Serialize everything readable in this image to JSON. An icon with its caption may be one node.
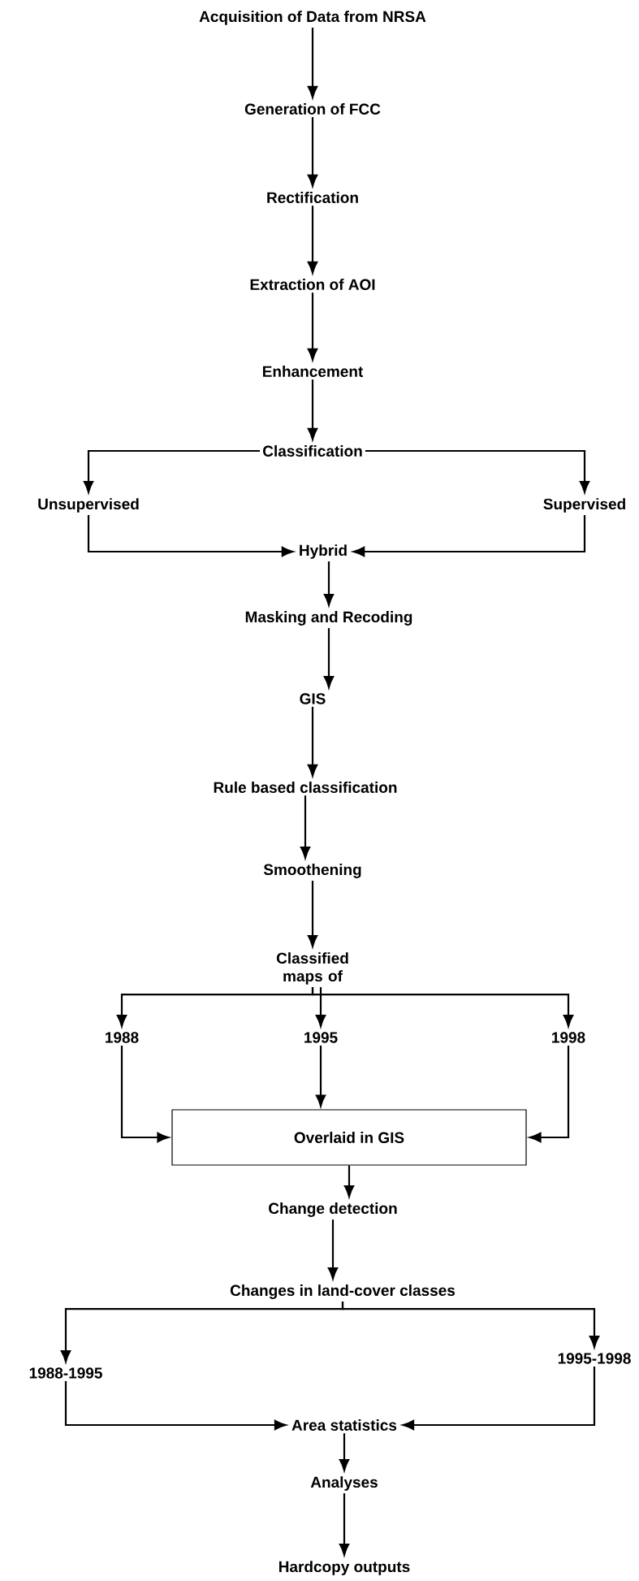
{
  "diagram": {
    "nodes": [
      {
        "text": [
          "Acquisition of Data from NRSA"
        ]
      },
      {
        "text": [
          "Generation of FCC"
        ]
      },
      {
        "text": [
          "Rectification"
        ]
      },
      {
        "text": [
          "Extraction of AOI"
        ]
      },
      {
        "text": [
          "Enhancement"
        ]
      },
      {
        "text": [
          "Classification"
        ]
      },
      {
        "text": [
          "Unsupervised"
        ]
      },
      {
        "text": [
          "Supervised"
        ]
      },
      {
        "text": [
          "Hybrid"
        ]
      },
      {
        "text": [
          "Masking and Recoding"
        ]
      },
      {
        "text": [
          "GIS"
        ]
      },
      {
        "text": [
          "Rule based classification"
        ]
      },
      {
        "text": [
          "Smoothening"
        ]
      },
      {
        "text": [
          "Classified maps of"
        ]
      },
      {
        "text": [
          "1988"
        ]
      },
      {
        "text": [
          "1995"
        ]
      },
      {
        "text": [
          "1998"
        ]
      },
      {
        "text": [
          "Overlaid in GIS"
        ]
      },
      {
        "text": [
          "Change detection"
        ]
      },
      {
        "text": [
          "Changes in land-cover classes"
        ]
      },
      {
        "text": [
          "1988-1995"
        ]
      },
      {
        "text": [
          "1995-1998"
        ]
      },
      {
        "text": [
          "Area statistics"
        ]
      },
      {
        "text": [
          "Analyses"
        ]
      },
      {
        "text": [
          "Hardcopy outputs"
        ]
      }
    ],
    "edges": [
      {
        "from": 0,
        "to": 1,
        "arrow": "to"
      },
      {
        "from": 1,
        "to": 2,
        "arrow": "to"
      },
      {
        "from": 2,
        "to": 3,
        "arrow": "to"
      },
      {
        "from": 3,
        "to": 4,
        "arrow": "to"
      },
      {
        "from": 4,
        "to": 5,
        "arrow": "to"
      },
      {
        "from": 5,
        "to": 6,
        "arrow": "to"
      },
      {
        "from": 5,
        "to": 7,
        "arrow": "to"
      },
      {
        "from": 6,
        "to": 8,
        "arrow": "to"
      },
      {
        "from": 7,
        "to": 8,
        "arrow": "to"
      },
      {
        "from": 8,
        "to": 9,
        "arrow": "to"
      },
      {
        "from": 9,
        "to": 10,
        "arrow": "to"
      },
      {
        "from": 10,
        "to": 11,
        "arrow": "to"
      },
      {
        "from": 11,
        "to": 12,
        "arrow": "to"
      },
      {
        "from": 12,
        "to": 13,
        "arrow": "to"
      },
      {
        "from": 13,
        "to": 14,
        "arrow": "to"
      },
      {
        "from": 13,
        "to": 15,
        "arrow": "to"
      },
      {
        "from": 13,
        "to": 16,
        "arrow": "to"
      },
      {
        "from": 14,
        "to": 17,
        "arrow": "to"
      },
      {
        "from": 15,
        "to": 17,
        "arrow": "to"
      },
      {
        "from": 16,
        "to": 17,
        "arrow": "to"
      },
      {
        "from": 17,
        "to": 18,
        "arrow": "to"
      },
      {
        "from": 18,
        "to": 19,
        "arrow": "to"
      },
      {
        "from": 19,
        "to": 20,
        "arrow": "to"
      },
      {
        "from": 19,
        "to": 21,
        "arrow": "to"
      },
      {
        "from": 20,
        "to": 22,
        "arrow": "to"
      },
      {
        "from": 21,
        "to": 22,
        "arrow": "to"
      },
      {
        "from": 22,
        "to": 23,
        "arrow": "to"
      },
      {
        "from": 23,
        "to": 24,
        "arrow": "to"
      }
    ]
  }
}
